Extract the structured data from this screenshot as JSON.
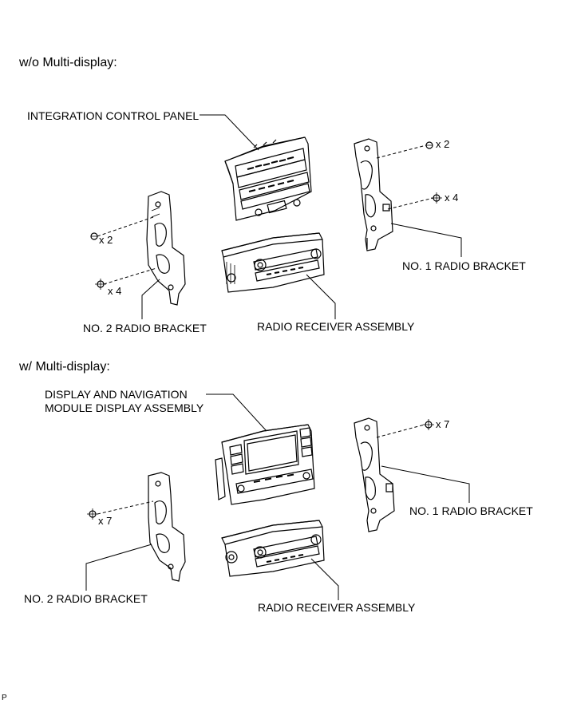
{
  "sections": {
    "without": {
      "title": "w/o Multi-display:",
      "control_panel": "INTEGRATION CONTROL PANEL",
      "no1_bracket": "NO. 1 RADIO BRACKET",
      "no2_bracket": "NO. 2 RADIO BRACKET",
      "receiver": "RADIO RECEIVER ASSEMBLY",
      "qty_r_top": "x 2",
      "qty_r_bottom": "x 4",
      "qty_l_top": "x 2",
      "qty_l_bottom": "x 4"
    },
    "with": {
      "title": "w/ Multi-display:",
      "display_line1": "DISPLAY AND NAVIGATION",
      "display_line2": "MODULE DISPLAY ASSEMBLY",
      "no1_bracket": "NO. 1 RADIO BRACKET",
      "no2_bracket": "NO. 2 RADIO BRACKET",
      "receiver": "RADIO RECEIVER ASSEMBLY",
      "qty_r": "x 7",
      "qty_l": "x 7"
    }
  },
  "figure_code": "P"
}
